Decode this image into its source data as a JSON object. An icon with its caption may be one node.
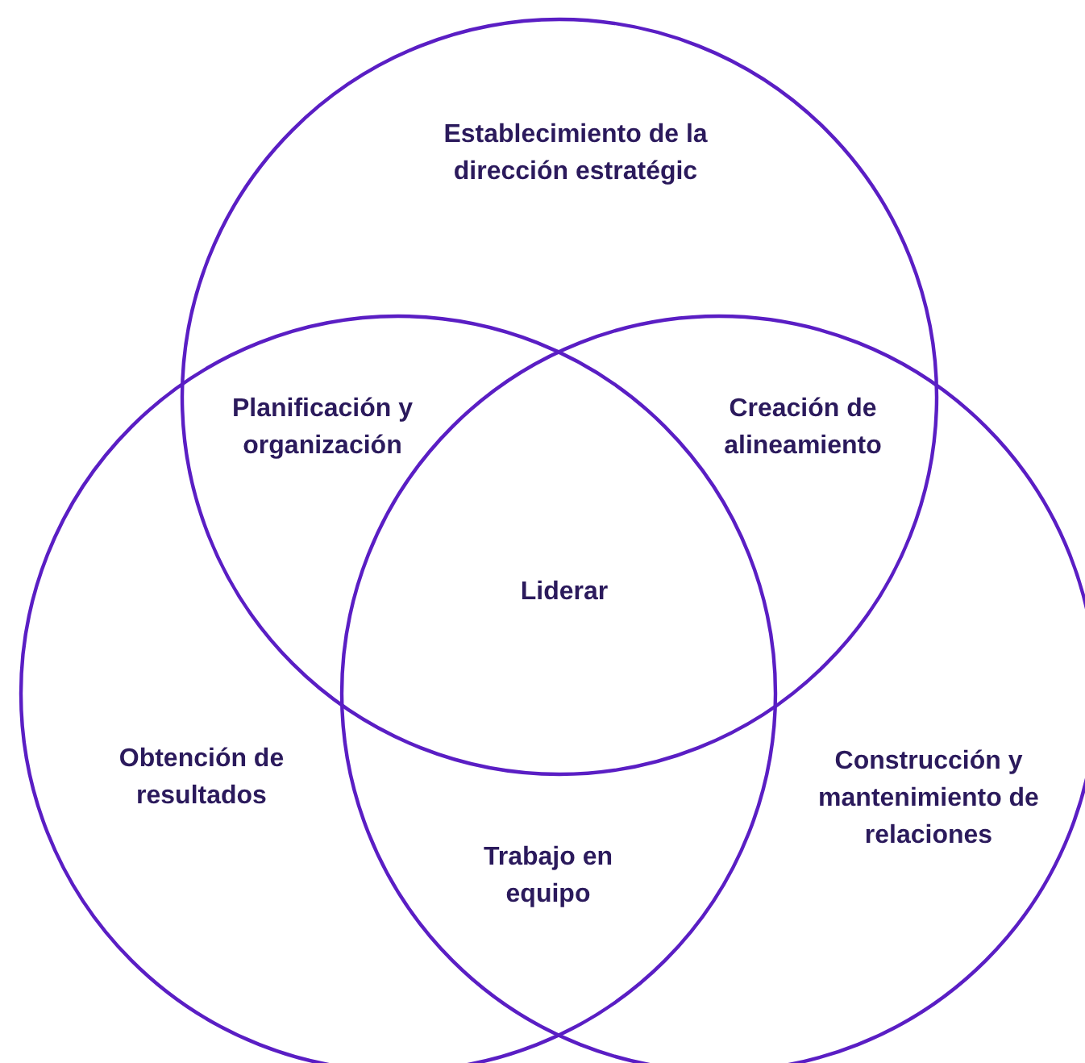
{
  "diagram": {
    "nodes": [
      {
        "text": [
          "Establecimiento de la dirección estratégic"
        ]
      },
      {
        "text": [
          "Obtención de resultados"
        ]
      },
      {
        "text": [
          "Construcción y mantenimiento de relaciones"
        ]
      }
    ],
    "labels": [
      "Planificación y organización",
      "Creación de alineamiento",
      "Liderar",
      "Trabajo en equipo"
    ]
  }
}
